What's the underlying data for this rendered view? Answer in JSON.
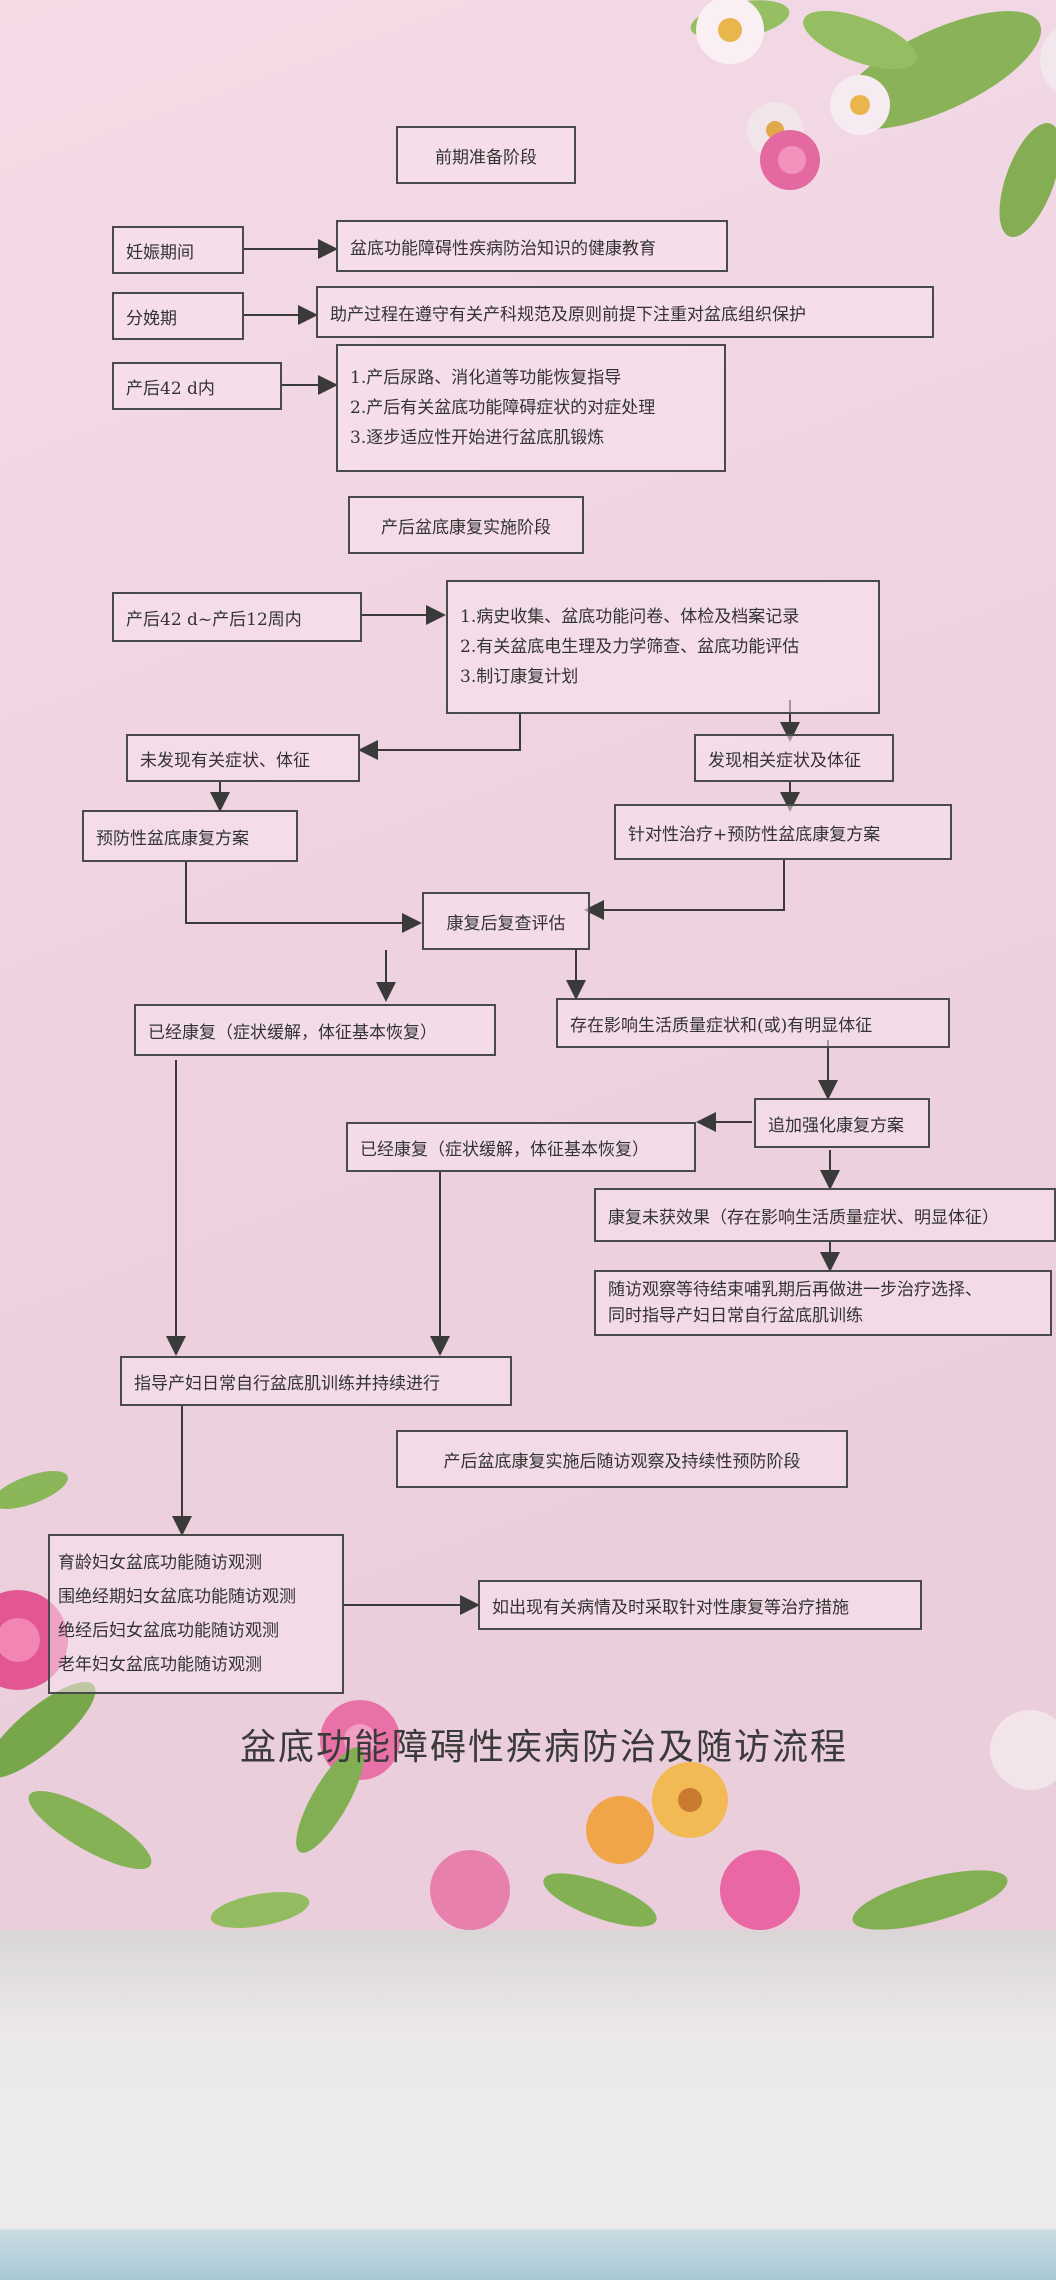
{
  "stage_headers": {
    "prep": "前期准备阶段",
    "rehab": "产后盆底康复实施阶段",
    "followup": "产后盆底康复实施后随访观察及持续性预防阶段"
  },
  "prep": {
    "pregnancy": "妊娠期间",
    "pregnancy_action": "盆底功能障碍性疾病防治知识的健康教育",
    "delivery": "分娩期",
    "delivery_action": "助产过程在遵守有关产科规范及原则前提下注重对盆底组织保护",
    "postpartum42": "产后42 d内",
    "postpartum42_actions": [
      "1.产后尿路、消化道等功能恢复指导",
      "2.产后有关盆底功能障碍症状的对症处理",
      "3.逐步适应性开始进行盆底肌锻炼"
    ]
  },
  "rehab": {
    "period": "产后42 d~产后12周内",
    "period_actions": [
      "1.病史收集、盆底功能问卷、体检及档案记录",
      "2.有关盆底电生理及力学筛查、盆底功能评估",
      "3.制订康复计划"
    ],
    "no_symptom": "未发现有关症状、体征",
    "symptom": "发现相关症状及体征",
    "preventive_plan": "预防性盆底康复方案",
    "targeted_plan": "针对性治疗+预防性盆底康复方案",
    "review": "康复后复查评估",
    "recovered_1": "已经康复（症状缓解，体征基本恢复）",
    "persist": "存在影响生活质量症状和(或)有明显体征",
    "intensify": "追加强化康复方案",
    "recovered_2": "已经康复（症状缓解，体征基本恢复）",
    "no_effect": "康复未获效果（存在影响生活质量症状、明显体征）",
    "wait": [
      "随访观察等待结束哺乳期后再做进一步治疗选择、",
      "同时指导产妇日常自行盆底肌训练"
    ],
    "guide": "指导产妇日常自行盆底肌训练并持续进行"
  },
  "followup": {
    "groups": [
      "育龄妇女盆底功能随访观测",
      "围绝经期妇女盆底功能随访观测",
      "绝经后妇女盆底功能随访观测",
      "老年妇女盆底功能随访观测"
    ],
    "action": "如出现有关病情及时采取针对性康复等治疗措施"
  },
  "title": "盆底功能障碍性疾病防治及随访流程",
  "colors": {
    "background": "#efd3e1",
    "border": "#4a4a4a"
  }
}
